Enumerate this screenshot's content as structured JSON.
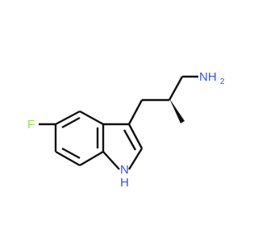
{
  "molecule": {
    "atoms": {
      "fluorine": "F",
      "amine": "NH",
      "amine_h_count": "2",
      "indole_nitrogen": "N",
      "indole_nh_hydrogen": "H"
    },
    "colors": {
      "bond": "#111111",
      "fluorine": "#90e050",
      "nitrogen": "#3050f8"
    }
  }
}
